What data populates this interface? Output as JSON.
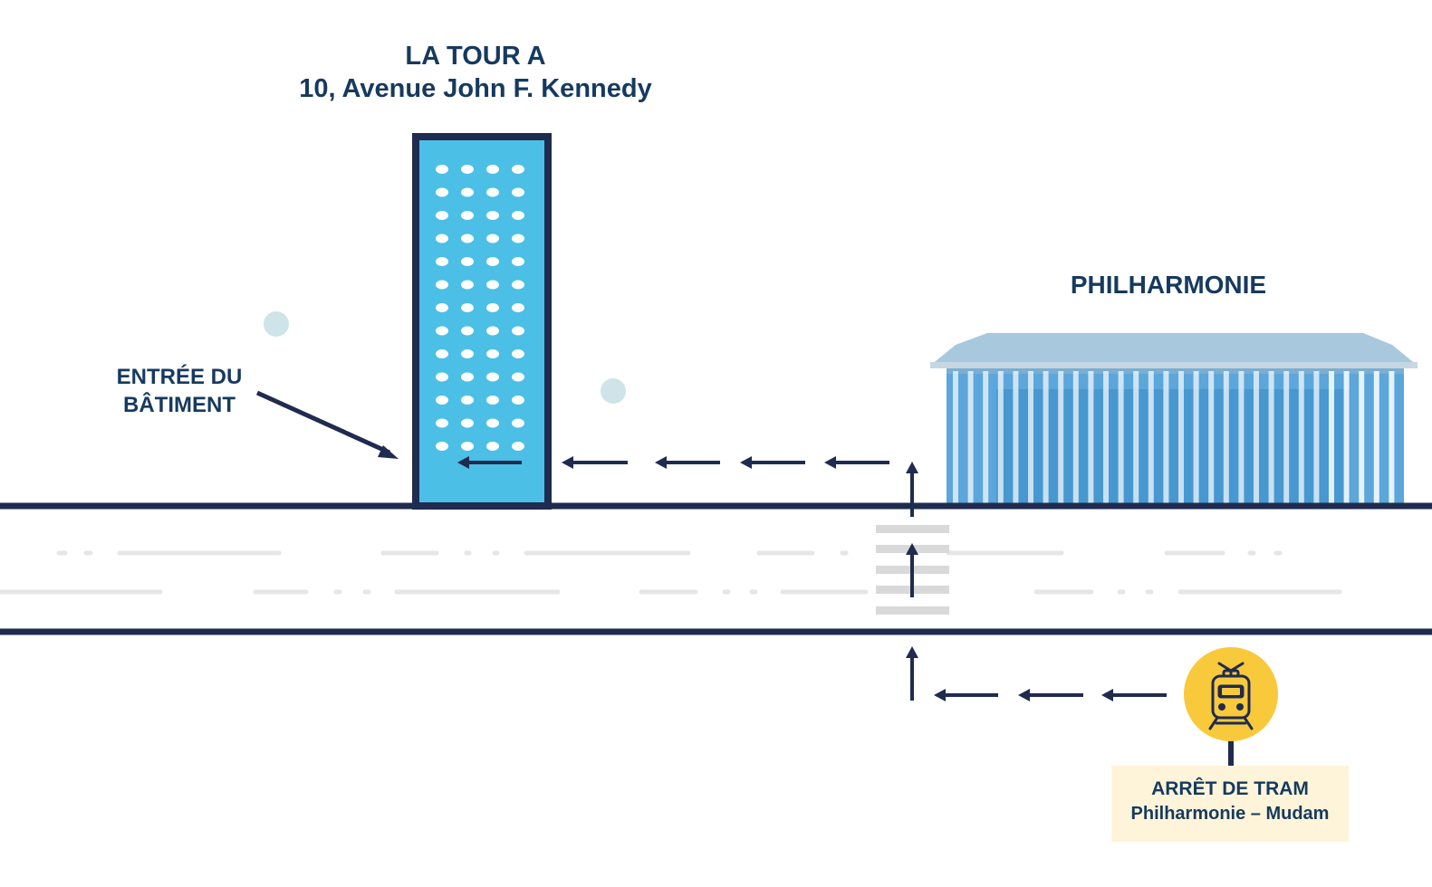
{
  "tower": {
    "name": "LA TOUR A",
    "address": "10, Avenue John F. Kennedy"
  },
  "philharmonie": {
    "name": "PHILHARMONIE"
  },
  "entry": {
    "line1": "ENTRÉE DU",
    "line2": "BÂTIMENT"
  },
  "tram_stop": {
    "title": "ARRÊT DE TRAM",
    "stop_name": "Philharmonie – Mudam",
    "icon": "tram-icon"
  },
  "colors": {
    "navy": "#1f2b4f",
    "tower_blue": "#4bbfe6",
    "tram_yellow": "#f9c93c",
    "road_dash": "#e6e6e6",
    "crosswalk": "#d9d9d9"
  }
}
